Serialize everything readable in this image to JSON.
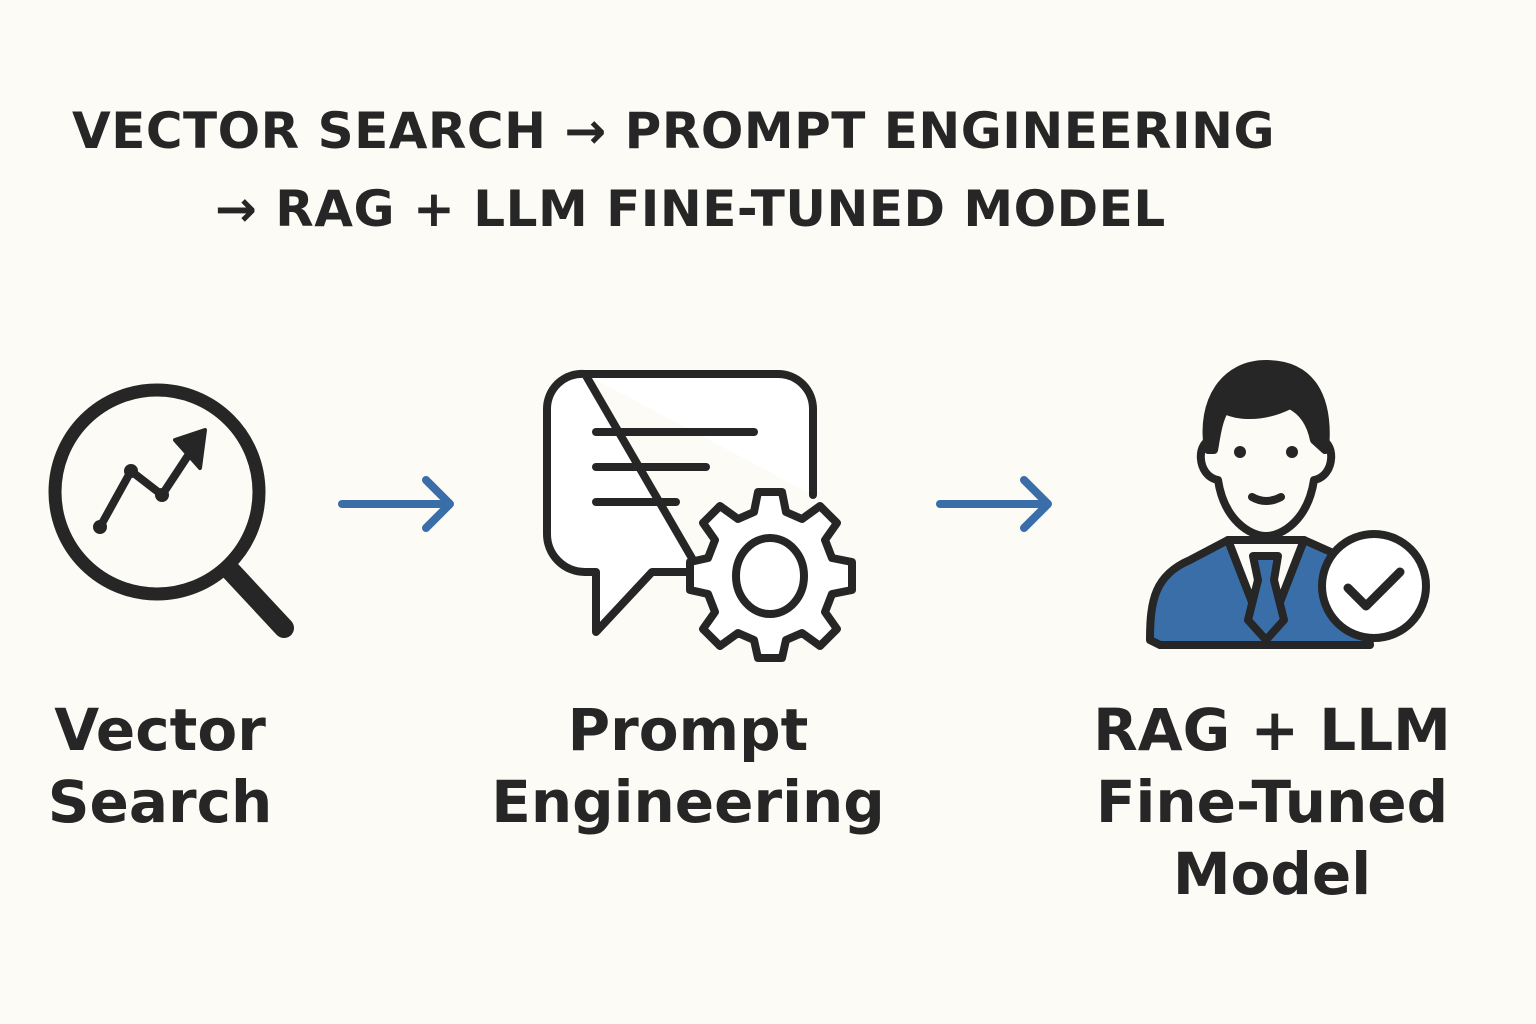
{
  "title": {
    "line1": "VECTOR SEARCH → PROMPT ENGINEERING",
    "line2": "→ RAG + LLM FINE-TUNED MODEL"
  },
  "steps": [
    {
      "icon": "magnifier-chart-icon",
      "lines": [
        "Vector",
        "Search"
      ]
    },
    {
      "icon": "chat-gear-icon",
      "lines": [
        "Prompt",
        "Engineering"
      ]
    },
    {
      "icon": "person-check-icon",
      "lines": [
        "RAG + LLM",
        "Fine-Tuned",
        "Model"
      ]
    }
  ],
  "colors": {
    "background": "#fdfbf5",
    "ink": "#262626",
    "accent": "#3a6ea8"
  }
}
